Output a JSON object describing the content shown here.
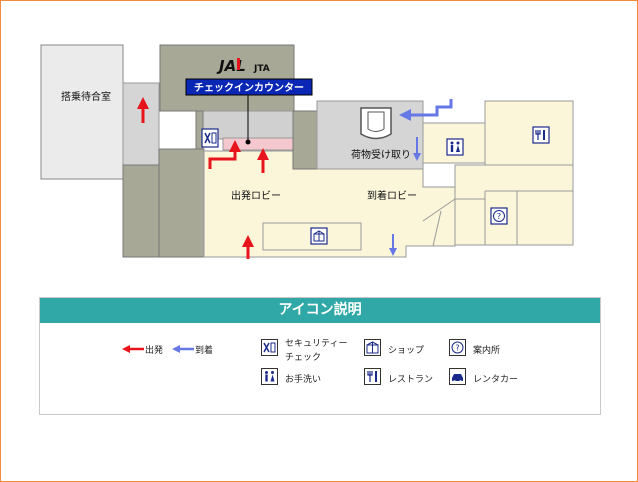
{
  "map": {
    "brand": {
      "jal": "JAL",
      "jta": "JTA"
    },
    "checkin_counter": "チェックインカウンター",
    "rooms": {
      "boarding_lounge": "搭乗待合室",
      "departure_lobby": "出発ロビー",
      "arrival_lobby": "到着ロビー",
      "baggage_claim": "荷物受け取り"
    }
  },
  "legend": {
    "title": "アイコン説明",
    "departure": "出発",
    "arrival": "到着",
    "security_line1": "セキュリティー",
    "security_line2": "チェック",
    "shop": "ショップ",
    "info": "案内所",
    "restroom": "お手洗い",
    "restaurant": "レストラン",
    "rental_car": "レンタカー"
  },
  "colors": {
    "departure_arrow": "#e8141c",
    "arrival_arrow": "#6677e6",
    "wall_dark": "#a8a896",
    "wall_mid": "#cfcfcf",
    "floor_cream": "#fbf6da",
    "checkin_banner": "#0a26b4",
    "header_teal": "#30a8a8"
  }
}
